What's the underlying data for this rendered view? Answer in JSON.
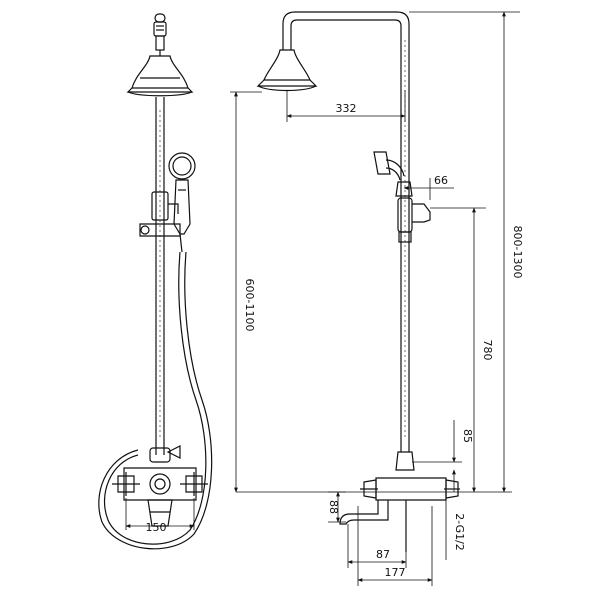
{
  "colors": {
    "line": "#111111",
    "background": "#ffffff"
  },
  "dimensions": {
    "head_reach": "332",
    "holder_offset": "66",
    "overall_height": "800-1300",
    "rail_height": "600-1100",
    "valve_to_holder": "780",
    "valve_to_diverter": "85",
    "spout_height": "88",
    "inlet_thread": "2-G1/2",
    "spout_reach": "87",
    "valve_depth": "177",
    "inlet_centers": "150"
  }
}
